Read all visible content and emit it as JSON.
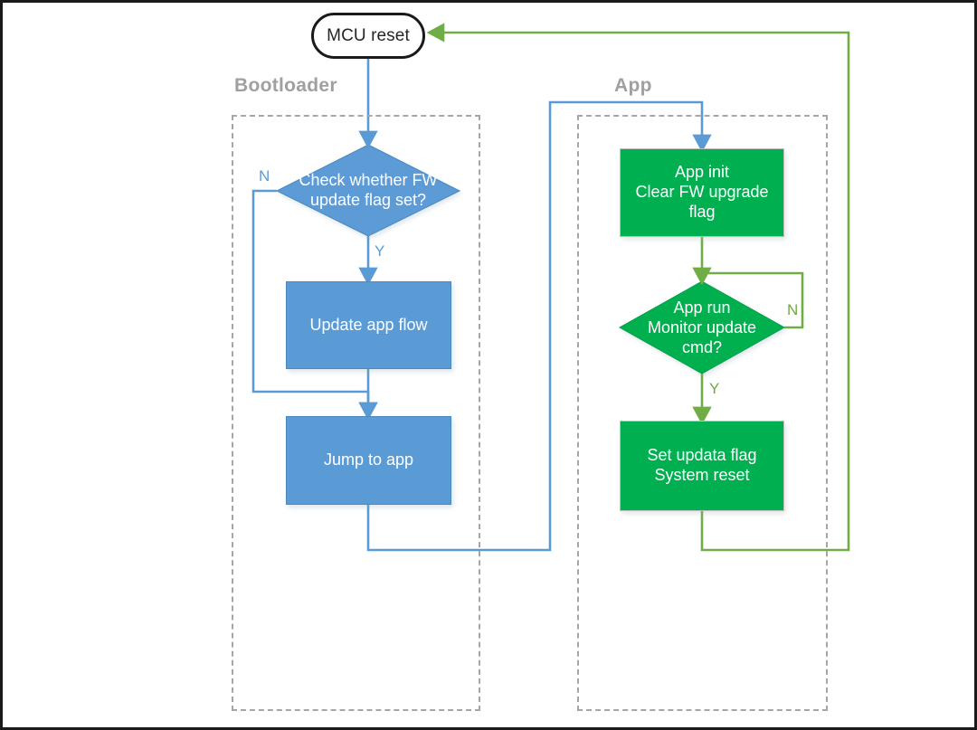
{
  "diagram": {
    "title": "MCU bootloader and application firmware update flow",
    "colors": {
      "blue_fill": "#5b9bd5",
      "green_fill": "#00b050",
      "blue_line": "#5b9bd5",
      "green_line": "#70ad47",
      "group_border": "#a6a6a6",
      "group_label": "#a0a0a0",
      "terminal_border": "#1a1a1a",
      "frame_border": "#1a1a1a"
    },
    "groups": [
      {
        "id": "bootloader",
        "label": "Bootloader"
      },
      {
        "id": "app",
        "label": "App"
      }
    ],
    "nodes": [
      {
        "id": "mcu-reset",
        "shape": "terminal",
        "label": "MCU reset"
      },
      {
        "id": "check-fw-flag",
        "shape": "decision",
        "color": "blue",
        "label": "Check whether  FW\nupdate flag set?"
      },
      {
        "id": "update-app-flow",
        "shape": "process",
        "color": "blue",
        "label": "Update app flow"
      },
      {
        "id": "jump-to-app",
        "shape": "process",
        "color": "blue",
        "label": "Jump to app"
      },
      {
        "id": "app-init",
        "shape": "process",
        "color": "green",
        "label": "App init\nClear FW upgrade flag"
      },
      {
        "id": "app-run-monitor",
        "shape": "decision",
        "color": "green",
        "label": "App run\nMonitor update\ncmd?"
      },
      {
        "id": "set-update-flag",
        "shape": "process",
        "color": "green",
        "label": "Set updata flag\nSystem reset"
      }
    ],
    "branch_labels": [
      {
        "id": "check-fw-flag-no",
        "text": "N",
        "color": "blue"
      },
      {
        "id": "check-fw-flag-yes",
        "text": "Y",
        "color": "blue"
      },
      {
        "id": "app-run-monitor-no",
        "text": "N",
        "color": "green"
      },
      {
        "id": "app-run-monitor-yes",
        "text": "Y",
        "color": "green"
      }
    ],
    "edges": [
      {
        "from": "mcu-reset",
        "to": "check-fw-flag",
        "color": "blue",
        "label": ""
      },
      {
        "from": "check-fw-flag",
        "to": "update-app-flow",
        "color": "blue",
        "label": "Y"
      },
      {
        "from": "check-fw-flag",
        "to": "jump-to-app",
        "color": "blue",
        "label": "N"
      },
      {
        "from": "update-app-flow",
        "to": "jump-to-app",
        "color": "blue",
        "label": ""
      },
      {
        "from": "jump-to-app",
        "to": "app-init",
        "color": "blue",
        "label": ""
      },
      {
        "from": "app-init",
        "to": "app-run-monitor",
        "color": "green",
        "label": ""
      },
      {
        "from": "app-run-monitor",
        "to": "app-run-monitor",
        "color": "green",
        "label": "N"
      },
      {
        "from": "app-run-monitor",
        "to": "set-update-flag",
        "color": "green",
        "label": "Y"
      },
      {
        "from": "set-update-flag",
        "to": "mcu-reset",
        "color": "green",
        "label": ""
      }
    ]
  }
}
